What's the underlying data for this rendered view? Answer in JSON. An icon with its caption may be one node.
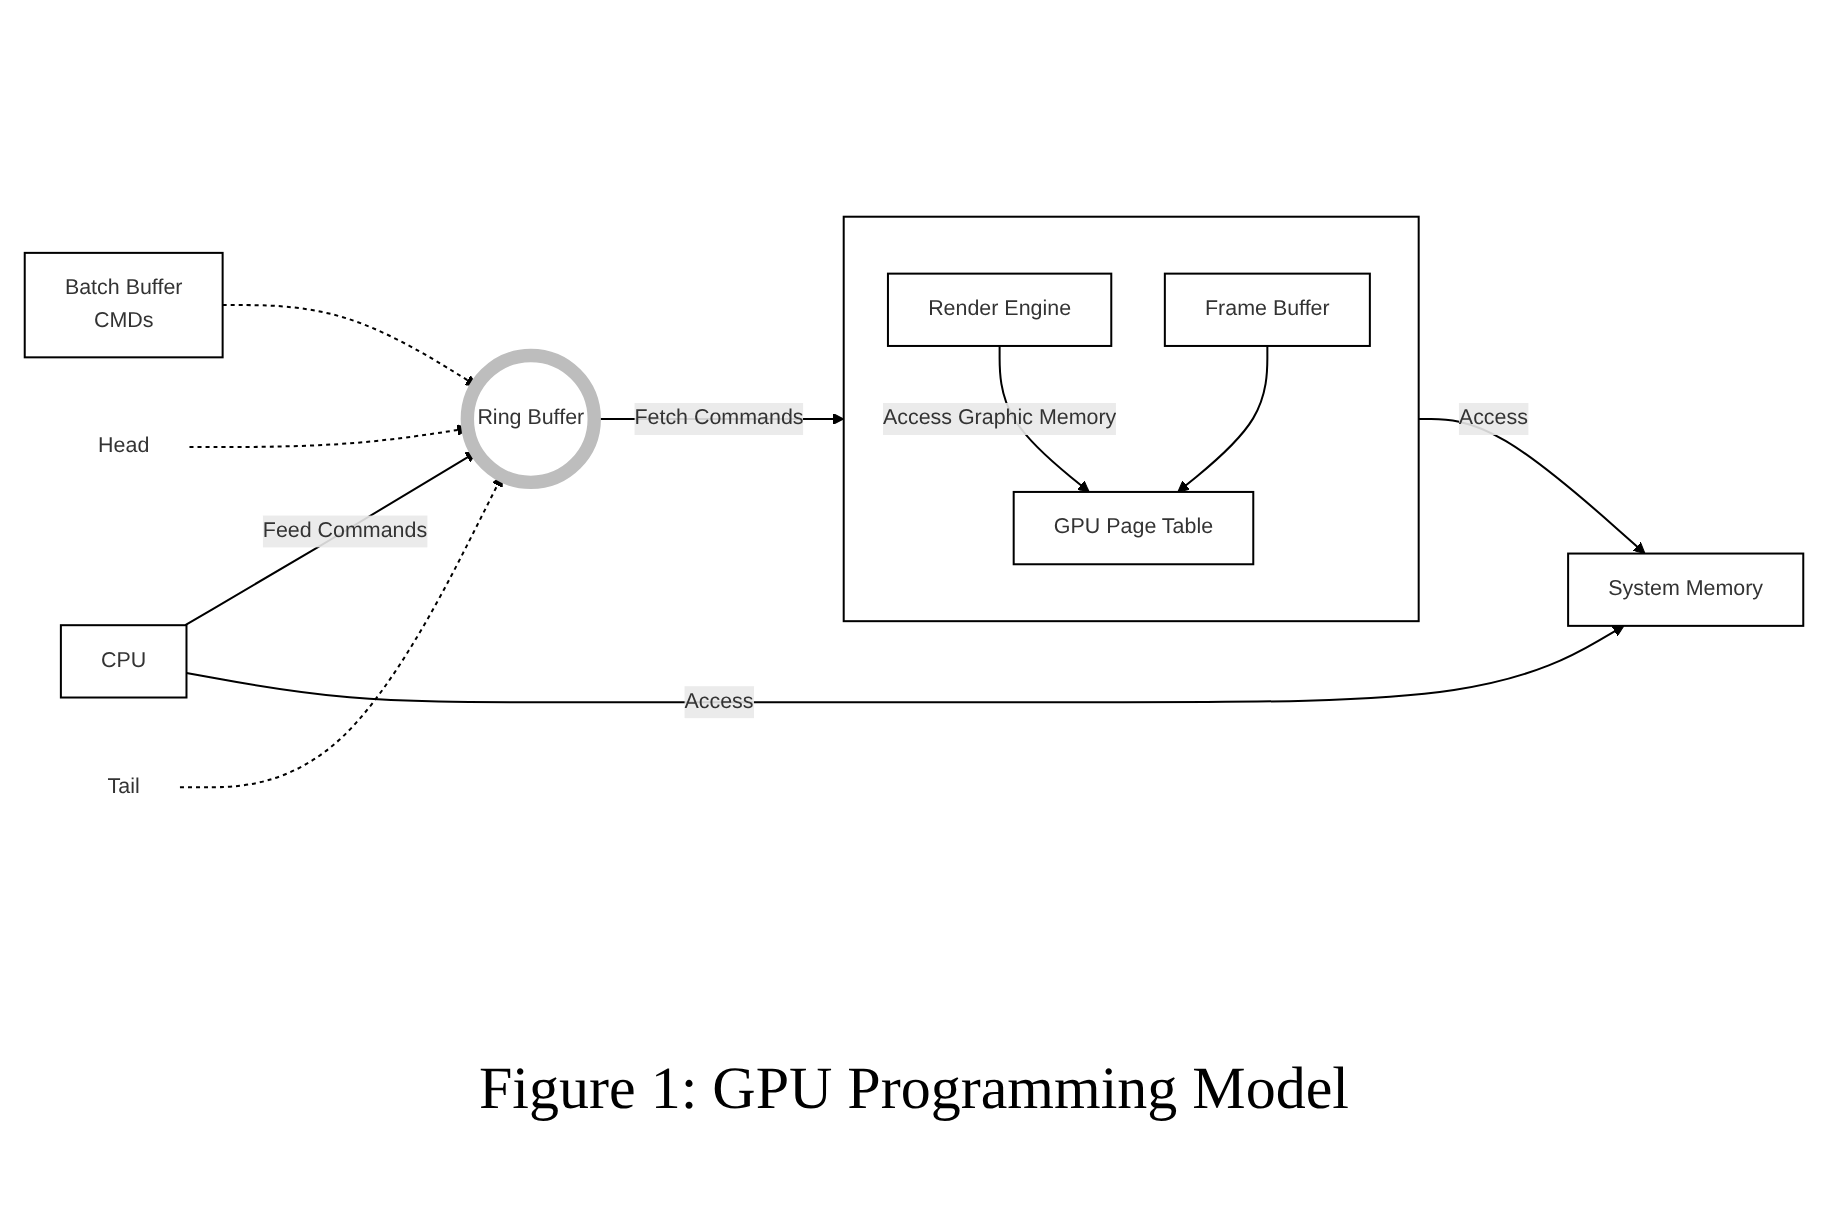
{
  "diagram": {
    "caption": "Figure 1: GPU Programming Model",
    "nodes": [
      {
        "text": [
          "Batch Buffer",
          "CMDs"
        ]
      },
      {
        "text": [
          "Ring Buffer"
        ]
      },
      {
        "text": [
          "Head"
        ]
      },
      {
        "text": [
          "Tail"
        ]
      },
      {
        "text": [],
        "shape": "box"
      },
      {
        "text": [
          "Render Engine"
        ],
        "in": 4
      },
      {
        "text": [
          "Frame Buffer"
        ],
        "in": 4
      },
      {
        "text": [
          "GPU Page Table"
        ],
        "in": 4
      },
      {
        "text": [
          "CPU"
        ]
      },
      {
        "text": [
          "System Memory"
        ]
      }
    ],
    "edges": [
      {
        "from": 0,
        "to": 1,
        "arrow": "to",
        "style": "dashed"
      },
      {
        "from": 2,
        "to": 1,
        "arrow": "to",
        "style": "dashed"
      },
      {
        "from": 3,
        "to": 1,
        "arrow": "to",
        "style": "dashed"
      },
      {
        "from": 1,
        "to": 4,
        "arrow": "to",
        "label": "Fetch Commands"
      },
      {
        "from": 5,
        "to": 7,
        "arrow": "to",
        "label": "Access Graphic Memory"
      },
      {
        "from": 6,
        "to": 7,
        "arrow": "to"
      },
      {
        "from": 4,
        "to": 9,
        "arrow": "to",
        "label": "Access"
      },
      {
        "from": 8,
        "to": 1,
        "arrow": "to",
        "label": "Feed Commands"
      },
      {
        "from": 8,
        "to": 9,
        "arrow": "to",
        "label": "Access"
      }
    ]
  }
}
